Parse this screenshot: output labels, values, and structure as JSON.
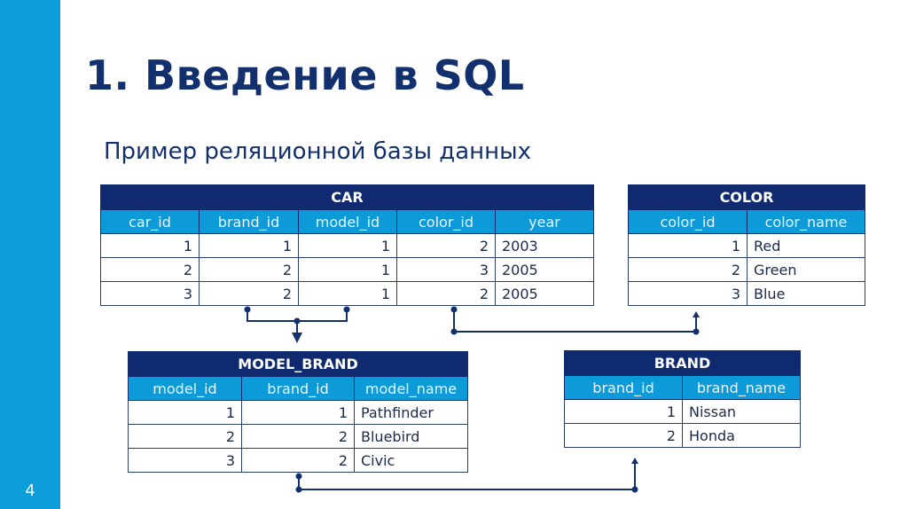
{
  "slide": {
    "title": "1. Введение в SQL",
    "subtitle": "Пример реляционной базы данных",
    "page_number": "4",
    "colors": {
      "sidebar": "#0b9edb",
      "title_text": "#13306e",
      "table_caption_bg": "#0f2a6e",
      "table_header_bg": "#0d9ad8",
      "connector": "#13306e"
    }
  },
  "tables": {
    "car": {
      "name": "CAR",
      "columns": [
        "car_id",
        "brand_id",
        "model_id",
        "color_id",
        "year"
      ],
      "rows": [
        [
          "1",
          "1",
          "1",
          "2",
          "2003"
        ],
        [
          "2",
          "2",
          "1",
          "3",
          "2005"
        ],
        [
          "3",
          "2",
          "1",
          "2",
          "2005"
        ]
      ]
    },
    "color": {
      "name": "COLOR",
      "columns": [
        "color_id",
        "color_name"
      ],
      "rows": [
        [
          "1",
          "Red"
        ],
        [
          "2",
          "Green"
        ],
        [
          "3",
          "Blue"
        ]
      ]
    },
    "model_brand": {
      "name": "MODEL_BRAND",
      "columns": [
        "model_id",
        "brand_id",
        "model_name"
      ],
      "rows": [
        [
          "1",
          "1",
          "Pathfinder"
        ],
        [
          "2",
          "2",
          "Bluebird"
        ],
        [
          "3",
          "2",
          "Civic"
        ]
      ]
    },
    "brand": {
      "name": "BRAND",
      "columns": [
        "brand_id",
        "brand_name"
      ],
      "rows": [
        [
          "1",
          "Nissan"
        ],
        [
          "2",
          "Honda"
        ]
      ]
    }
  },
  "relations": [
    {
      "from": "CAR.brand_id + CAR.model_id",
      "to": "MODEL_BRAND"
    },
    {
      "from": "CAR.color_id",
      "to": "COLOR.color_id"
    },
    {
      "from": "MODEL_BRAND.brand_id",
      "to": "BRAND.brand_id"
    }
  ]
}
